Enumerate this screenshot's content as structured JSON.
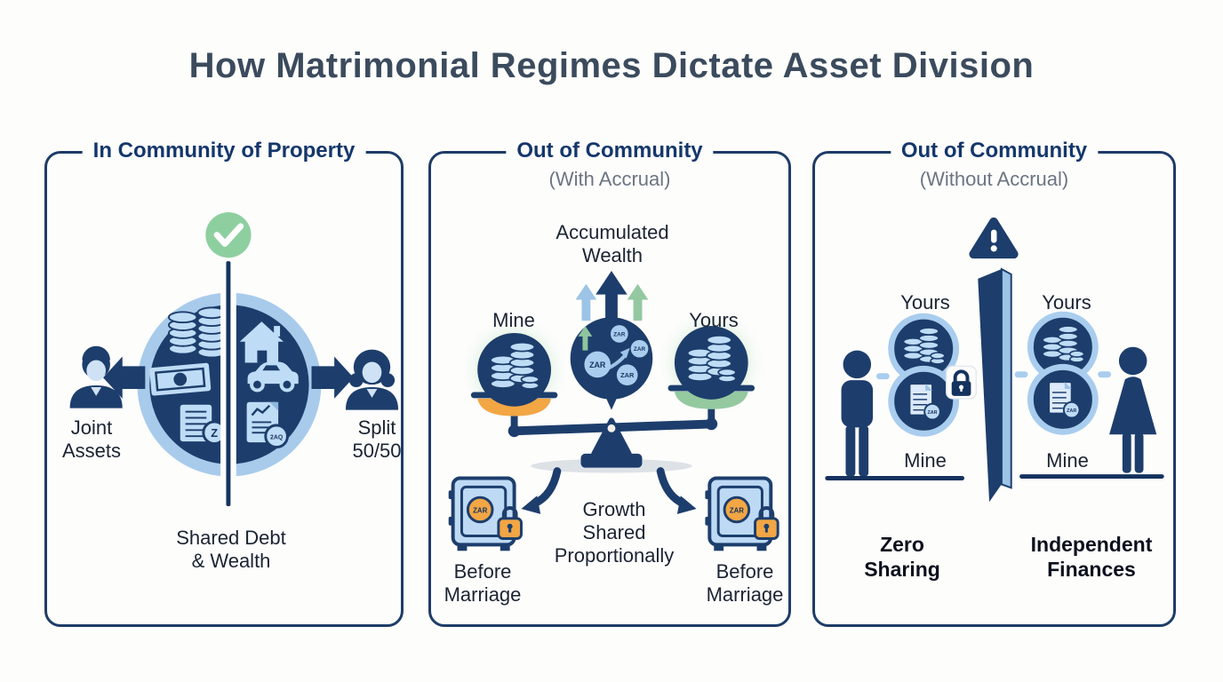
{
  "title": "How Matrimonial Regimes Dictate Asset Division",
  "panels": {
    "community": {
      "title": "In Community of Property",
      "left_label": "Joint\nAssets",
      "right_label": "Split\n50/50",
      "caption": "Shared Debt\n& Wealth",
      "coin_z": "Z",
      "coin_doc": "2AQ"
    },
    "accrual": {
      "title": "Out of Community",
      "subtitle": "(With Accrual)",
      "top_label": "Accumulated\nWealth",
      "left_label": "Mine",
      "right_label": "Yours",
      "center_caption": "Growth\nShared\nProportionally",
      "left_safe_label": "Before\nMarriage",
      "right_safe_label": "Before\nMarriage",
      "coin": "ZAR"
    },
    "no_accrual": {
      "title": "Out of Community",
      "subtitle": "(Without Accrual)",
      "left_top_label": "Yours",
      "right_top_label": "Yours",
      "left_bottom_label": "Mine",
      "right_bottom_label": "Mine",
      "left_caption": "Zero\nSharing",
      "right_caption": "Independent\nFinances",
      "coin": "ZAR"
    }
  },
  "colors": {
    "navy": "#1d3e6c",
    "light_blue": "#a9cdee",
    "icon_blue": "#bfdcf6",
    "check_green": "#8ecfa0",
    "growth_green": "#93c8a1",
    "orange": "#f2a644",
    "panel_border": "#1e3c68",
    "title_text": "#3b4b5d",
    "subtitle_gray": "#6b7582"
  }
}
